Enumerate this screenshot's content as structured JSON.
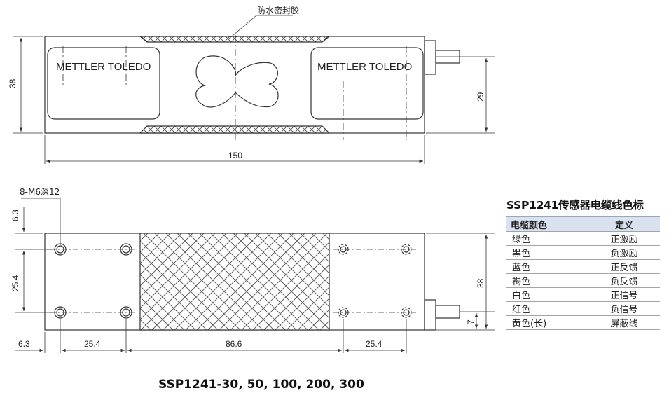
{
  "top_view": {
    "seal_label": "防水密封胶",
    "brand_left": "METTLER TOLEDO",
    "brand_right": "METTLER TOLEDO",
    "dim_height": "38",
    "dim_width": "150",
    "dim_cable_height": "29"
  },
  "bottom_view": {
    "hole_note": "8-M6深12",
    "dim_top_offset": "6.3",
    "dim_hole_spacing_v": "25.4",
    "dim_height": "38",
    "dim_cable_offset": "7",
    "dim_left_edge": "6.3",
    "dim_left_spacing": "25.4",
    "dim_middle": "86.6",
    "dim_right_spacing": "25.4"
  },
  "model_caption": "SSP1241-30, 50, 100, 200, 300",
  "color_table": {
    "title": "SSP1241传感器电缆线色标",
    "headers": [
      "电缆颜色",
      "定义"
    ],
    "rows": [
      [
        "绿色",
        "正激励"
      ],
      [
        "黑色",
        "负激励"
      ],
      [
        "蓝色",
        "正反馈"
      ],
      [
        "褐色",
        "负反馈"
      ],
      [
        "白色",
        "正信号"
      ],
      [
        "红色",
        "负信号"
      ],
      [
        "黄色(长)",
        "屏蔽线"
      ]
    ]
  },
  "colors": {
    "line": "#333333",
    "table_header_bg": "#d9e2ee",
    "table_rule": "#9aa6b4"
  }
}
